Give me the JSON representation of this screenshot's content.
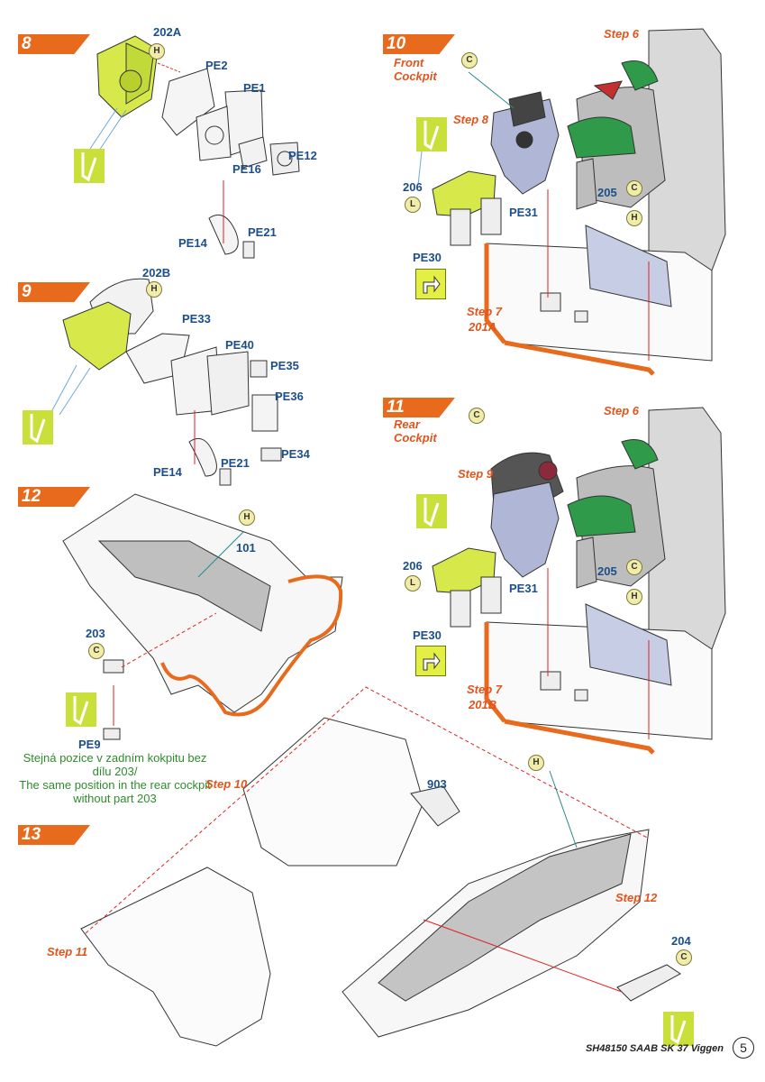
{
  "steps": {
    "s8": "8",
    "s9": "9",
    "s10": "10",
    "s11": "11",
    "s12": "12",
    "s13": "13"
  },
  "step8": {
    "part": "202A",
    "pe": [
      "PE2",
      "PE1",
      "PE16",
      "PE12",
      "PE14",
      "PE21"
    ],
    "code": "H"
  },
  "step9": {
    "part": "202B",
    "pe": [
      "PE33",
      "PE40",
      "PE35",
      "PE36",
      "PE14",
      "PE21",
      "PE34"
    ],
    "code": "H"
  },
  "step10": {
    "caption_line1": "Front",
    "caption_line2": "Cockpit",
    "ref_step6": "Step 6",
    "ref_step8": "Step 8",
    "ref_step7": "Step 7",
    "ref_sub": "201A",
    "parts": {
      "p206": "206",
      "p205": "205",
      "pe31": "PE31",
      "pe30": "PE30"
    },
    "codes": {
      "c_top": "C",
      "l": "L",
      "c_205": "C",
      "h_205": "H"
    }
  },
  "step11": {
    "caption_line1": "Rear",
    "caption_line2": "Cockpit",
    "ref_step6": "Step 6",
    "ref_step9": "Step 9",
    "ref_step7": "Step 7",
    "ref_sub": "201B",
    "parts": {
      "p206": "206",
      "p205": "205",
      "pe31": "PE31",
      "pe30": "PE30"
    },
    "codes": {
      "c_top": "C",
      "l": "L",
      "c_205": "C",
      "h_205": "H"
    }
  },
  "step12": {
    "p101": "101",
    "p203": "203",
    "pe9": "PE9",
    "code_h": "H",
    "code_c": "C",
    "note_cz": "Stejná pozice v zadním kokpitu bez dílu 203/",
    "note_en": "The same position in the rear cockpit without part 203"
  },
  "step13": {
    "ref_step10": "Step 10",
    "ref_step11": "Step 11",
    "ref_step12": "Step 12",
    "p903": "903",
    "p204": "204",
    "code_h": "H",
    "code_c": "C"
  },
  "footer": {
    "text": "SH48150 SAAB SK 37 Viggen",
    "page": "5"
  },
  "colors": {
    "orange": "#e86a1c",
    "blue_label": "#1c4f8a",
    "green_note": "#2e8b2e",
    "yellow_green": "#c9df3a"
  }
}
